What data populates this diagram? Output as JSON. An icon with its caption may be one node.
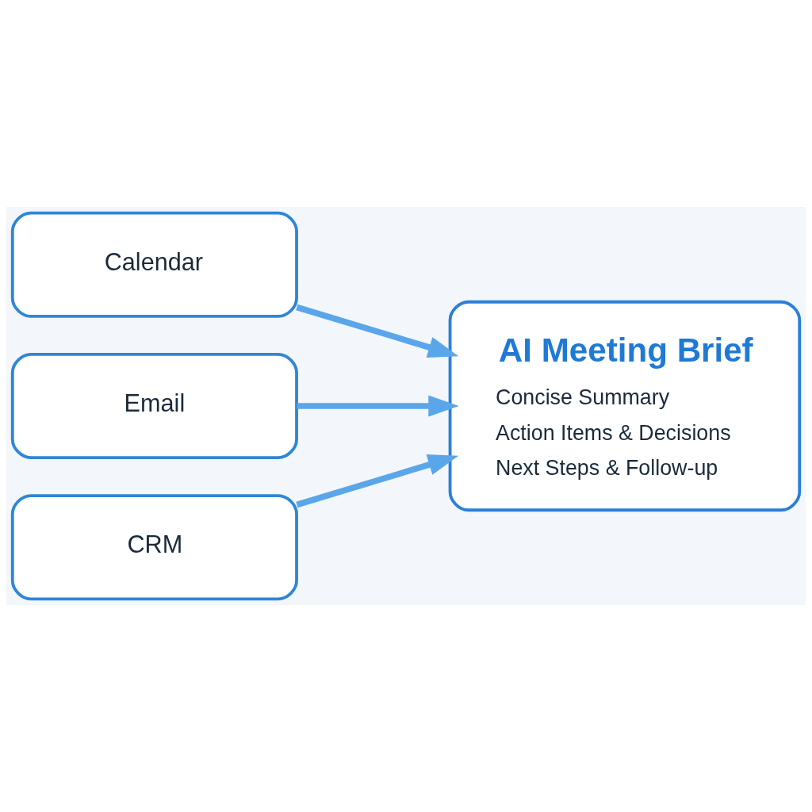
{
  "diagram": {
    "nodes": [
      {
        "text": [
          "Calendar"
        ]
      },
      {
        "text": [
          "Email"
        ]
      },
      {
        "text": [
          "CRM"
        ]
      },
      {
        "text": [
          "AI Meeting Brief",
          "Concise Summary",
          "Action Items & Decisions",
          "Next Steps & Follow-up"
        ]
      }
    ],
    "edges": [
      {
        "from": 0,
        "to": 3,
        "arrow": "to"
      },
      {
        "from": 1,
        "to": 3,
        "arrow": "to"
      },
      {
        "from": 2,
        "to": 3,
        "arrow": "to"
      }
    ]
  }
}
